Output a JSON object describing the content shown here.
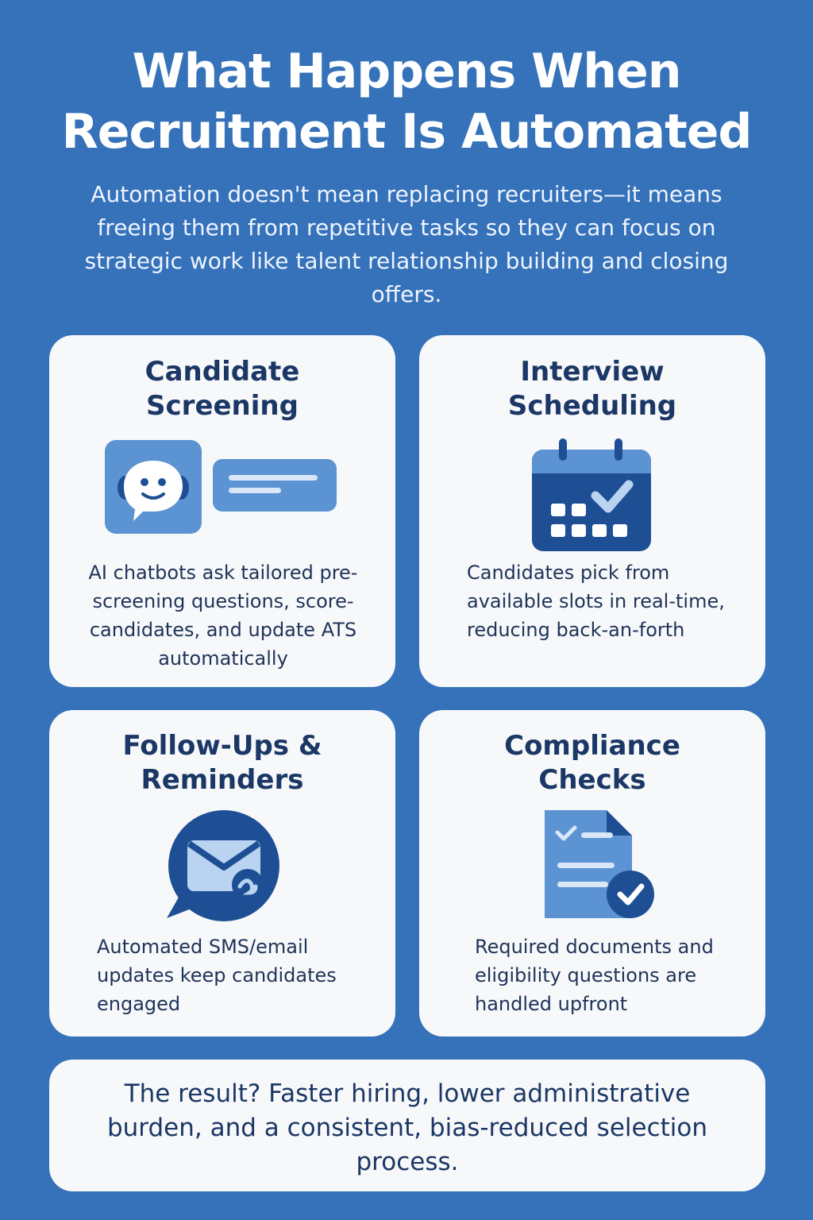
{
  "header": {
    "title_line1": "What Happens When",
    "title_line2": "Recruitment Is Automated",
    "intro": "Automation doesn't mean replacing recruiters—it means freeing them from repetitive tasks so they can focus on strategic work like talent relationship building and closing offers."
  },
  "cards": [
    {
      "title_line1": "Candidate",
      "title_line2": "Screening",
      "description": "AI chatbots ask tailored pre-screening questions, score-candidates, and update ATS automatically",
      "icon": "chatbot-icon"
    },
    {
      "title_line1": "Interview",
      "title_line2": "Scheduling",
      "description": "Candidates pick from available slots in real-time, reducing back-an-forth",
      "icon": "calendar-check-icon"
    },
    {
      "title_line1": "Follow-Ups &",
      "title_line2": "Reminders",
      "description": "Automated SMS/email updates keep candidates engaged",
      "icon": "envelope-chat-icon"
    },
    {
      "title_line1": "Compliance",
      "title_line2": "Checks",
      "description": "Required documents and eligibility questions are handled upfront",
      "icon": "document-check-icon"
    }
  ],
  "result": {
    "text": "The result? Faster hiring, lower administrative burden, and a consistent, bias-reduced selection process."
  },
  "colors": {
    "background": "#3572b9",
    "card": "#f7f8fa",
    "heading": "#1b3766",
    "icon_dark": "#1e4f94",
    "icon_mid": "#5b93d3",
    "icon_light": "#b9d3f1"
  }
}
